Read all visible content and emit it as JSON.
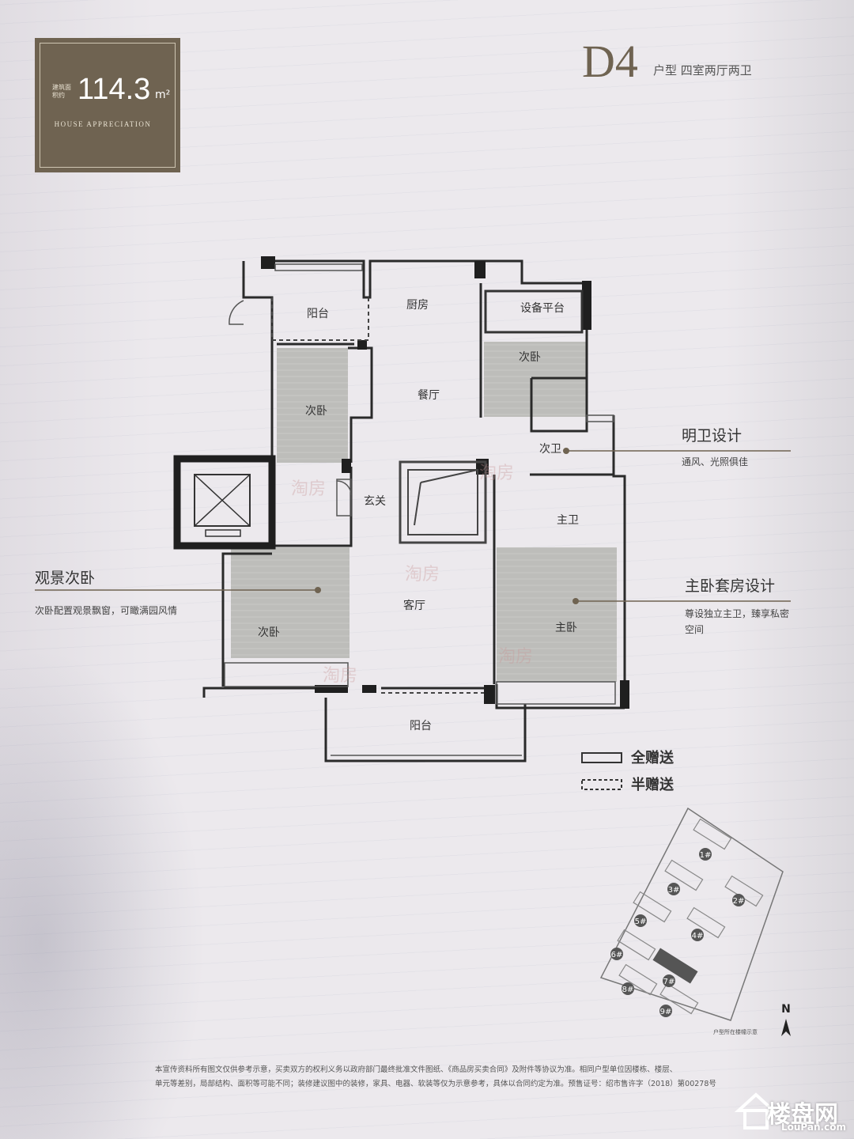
{
  "header": {
    "area_label": "建筑面积约",
    "area_value": "114.3",
    "area_unit": "m²",
    "area_subtitle": "HOUSE APPRECIATION",
    "type_code": "D4",
    "type_desc": "户型  四室两厅两卫"
  },
  "rooms": {
    "balcony_top": "阳台",
    "kitchen": "厨房",
    "equipment": "设备平台",
    "bedroom_ne": "次卧",
    "bedroom_nw": "次卧",
    "dining": "餐厅",
    "bath_secondary": "次卫",
    "foyer": "玄关",
    "bath_master": "主卫",
    "bedroom_sw": "次卧",
    "living": "客厅",
    "master_bedroom": "主卧",
    "balcony_bottom": "阳台"
  },
  "callouts": {
    "bright_bath_title": "明卫设计",
    "bright_bath_text": "通风、光照俱佳",
    "view_bedroom_title": "观景次卧",
    "view_bedroom_text": "次卧配置观景飘窗，可瞰满园风情",
    "master_suite_title": "主卧套房设计",
    "master_suite_text_1": "尊设独立主卫，臻享私密",
    "master_suite_text_2": "空间"
  },
  "legend": {
    "full_gift": "全赠送",
    "half_gift": "半赠送"
  },
  "site_plan": {
    "buildings": [
      "1#",
      "2#",
      "3#",
      "4#",
      "5#",
      "6#",
      "7#",
      "8#",
      "9#"
    ],
    "north": "N",
    "caption": "户型所在楼幢示意"
  },
  "watermark": "淘房",
  "footer": {
    "line1": "本宣传资料所有图文仅供参考示意，买卖双方的权利义务以政府部门最终批准文件图纸、《商品房买卖合同》及附件等协议为准。相同户型单位因楼栋、楼层、",
    "line2": "单元等差别，局部结构、面积等可能不同；装修建议图中的装修，家具、电器、软装等仅为示意参考，具体以合同约定为准。预售证号：绍市售许字（2018）第00278号"
  },
  "brand": {
    "name_cn": "楼盘网",
    "name_en": "LouPan.com"
  },
  "colors": {
    "accent": "#6f6351",
    "wall": "#222222",
    "floor": "#b9b9b6"
  }
}
